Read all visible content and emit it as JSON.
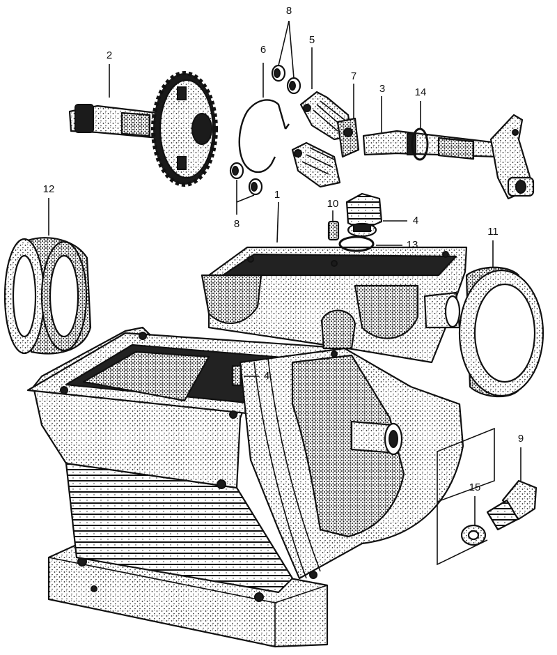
{
  "callouts": [
    {
      "id": "crankcase",
      "label": "1"
    },
    {
      "id": "camshaft",
      "label": "2"
    },
    {
      "id": "shift-shaft",
      "label": "3"
    },
    {
      "id": "breather-plug",
      "label": "4"
    },
    {
      "id": "dowel-pin",
      "label": "4"
    },
    {
      "id": "rocker-arm-set",
      "label": "5"
    },
    {
      "id": "wire-spring",
      "label": "6"
    },
    {
      "id": "rocker-pivot",
      "label": "7"
    },
    {
      "id": "clip-top",
      "label": "8"
    },
    {
      "id": "clip-bottom",
      "label": "8"
    },
    {
      "id": "drain-bolt",
      "label": "9"
    },
    {
      "id": "dowel-10",
      "label": "10"
    },
    {
      "id": "bearing-right",
      "label": "11"
    },
    {
      "id": "bearing-left",
      "label": "12"
    },
    {
      "id": "o-ring",
      "label": "13"
    },
    {
      "id": "shaft-ring",
      "label": "14"
    },
    {
      "id": "washer",
      "label": "15"
    }
  ]
}
